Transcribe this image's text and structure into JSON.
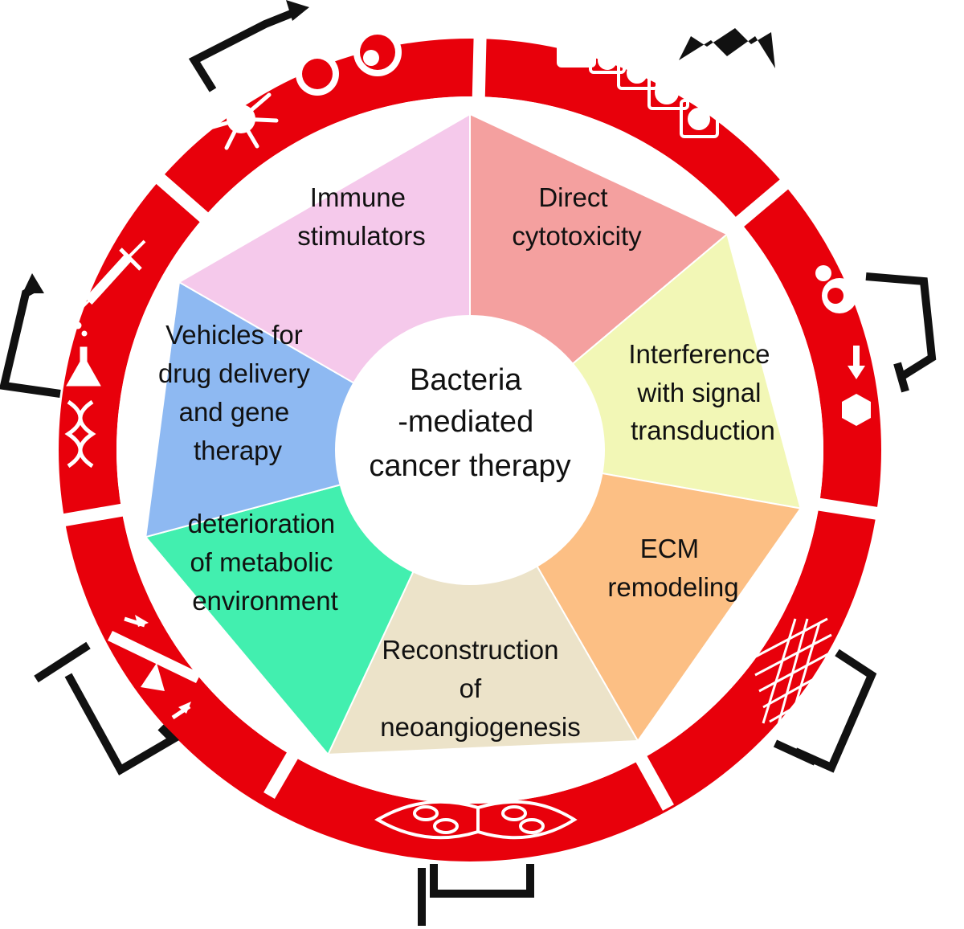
{
  "center": {
    "lines": [
      "Bacteria",
      "-mediated",
      "cancer therapy"
    ]
  },
  "segments": [
    {
      "key": "immune",
      "lines": [
        "Immune",
        "stimulators"
      ],
      "color": "#F4A09F"
    },
    {
      "key": "cytotoxicity",
      "lines": [
        "Direct",
        "cytotoxicity"
      ],
      "color": "#F2F7B6"
    },
    {
      "key": "signal",
      "lines": [
        "Interference",
        "with signal",
        "transduction"
      ],
      "color": "#FCBF84"
    },
    {
      "key": "ecm",
      "lines": [
        "ECM",
        "remodeling"
      ],
      "color": "#ECE3C9"
    },
    {
      "key": "neoangiogenesis",
      "lines": [
        "Reconstruction",
        "of",
        "neoangiogenesis"
      ],
      "color": "#42EFAF"
    },
    {
      "key": "metabolic",
      "lines": [
        "deterioration",
        "of metabolic",
        "environment"
      ],
      "color": "#8EB9F2"
    },
    {
      "key": "vehicles",
      "lines": [
        "Vehicles for",
        "drug delivery",
        "and gene",
        "therapy"
      ],
      "color": "#F5C9EB"
    }
  ],
  "ring_color": "#E8000B",
  "icons": [
    "immune-cells-icon",
    "tumor-cells-icon",
    "signal-inhibition-icon",
    "ecm-fibers-icon",
    "blood-vessel-icon",
    "metabolic-transport-icon",
    "drug-gene-delivery-icon"
  ]
}
